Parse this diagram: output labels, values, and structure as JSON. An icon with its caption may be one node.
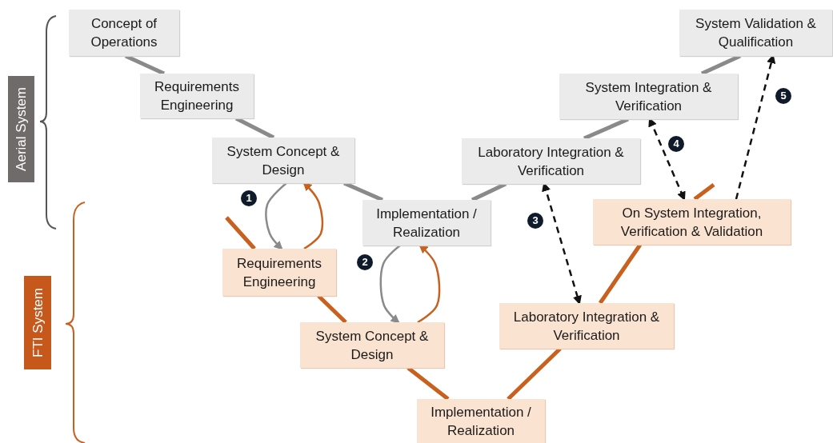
{
  "diagram": {
    "nodes": [
      {
        "text": [
          "Aerial System"
        ]
      },
      {
        "text": [
          "FTI System"
        ]
      },
      {
        "text": [
          "Concept of Operations"
        ]
      },
      {
        "text": [
          "Requirements Engineering"
        ]
      },
      {
        "text": [
          "System Concept & Design"
        ]
      },
      {
        "text": [
          "Implementation / Realization"
        ]
      },
      {
        "text": [
          "Laboratory Integration & Verification"
        ]
      },
      {
        "text": [
          "System Integration & Verification"
        ]
      },
      {
        "text": [
          "System Validation & Qualification"
        ]
      },
      {
        "text": [
          "Requirements Engineering"
        ]
      },
      {
        "text": [
          "System Concept & Design"
        ]
      },
      {
        "text": [
          "Implementation / Realization"
        ]
      },
      {
        "text": [
          "Laboratory Integration & Verification"
        ]
      },
      {
        "text": [
          "On System Integration, Verification & Validation"
        ]
      }
    ],
    "edges": [
      {
        "from": 2,
        "to": 3,
        "arrow": "none",
        "color": "#8a8a8a"
      },
      {
        "from": 3,
        "to": 4,
        "arrow": "none",
        "color": "#8a8a8a"
      },
      {
        "from": 4,
        "to": 5,
        "arrow": "none",
        "color": "#8a8a8a"
      },
      {
        "from": 5,
        "to": 6,
        "arrow": "none",
        "color": "#8a8a8a"
      },
      {
        "from": 6,
        "to": 7,
        "arrow": "none",
        "color": "#8a8a8a"
      },
      {
        "from": 7,
        "to": 8,
        "arrow": "none",
        "color": "#8a8a8a"
      },
      {
        "from": null,
        "to": 9,
        "arrow": "none",
        "color": "#c8601e"
      },
      {
        "from": 9,
        "to": 10,
        "arrow": "none",
        "color": "#c8601e"
      },
      {
        "from": 10,
        "to": 11,
        "arrow": "none",
        "color": "#c8601e"
      },
      {
        "from": 11,
        "to": 12,
        "arrow": "none",
        "color": "#c8601e"
      },
      {
        "from": 12,
        "to": 13,
        "arrow": "none",
        "color": "#c8601e"
      },
      {
        "from": 13,
        "to": null,
        "arrow": "none",
        "color": "#c8601e"
      },
      {
        "from": 4,
        "to": 9,
        "arrow": "to",
        "color": "#8a8a8a"
      },
      {
        "from": 9,
        "to": 4,
        "arrow": "to",
        "color": "#c8601e"
      },
      {
        "from": 5,
        "to": 10,
        "arrow": "to",
        "color": "#8a8a8a"
      },
      {
        "from": 10,
        "to": 5,
        "arrow": "to",
        "color": "#c8601e"
      },
      {
        "from": 6,
        "to": 12,
        "arrow": "both",
        "style": "dashed",
        "color": "#111111"
      },
      {
        "from": 7,
        "to": 13,
        "arrow": "both",
        "style": "dashed",
        "color": "#111111"
      },
      {
        "from": 13,
        "to": 8,
        "arrow": "to",
        "style": "dashed",
        "color": "#111111"
      }
    ],
    "labels": [
      "1",
      "2",
      "3",
      "4",
      "5"
    ]
  }
}
